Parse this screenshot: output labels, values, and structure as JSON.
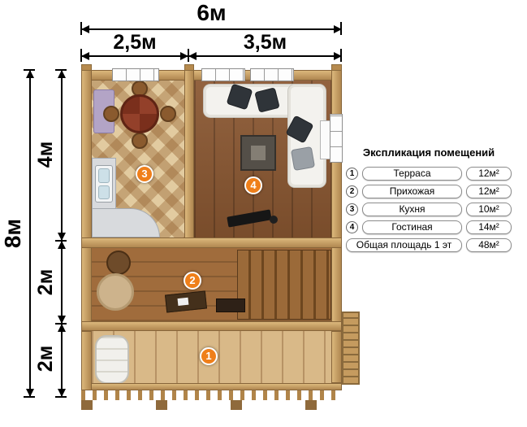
{
  "dimensions": {
    "top_total": "6м",
    "top_segments": [
      "2,5м",
      "3,5м"
    ],
    "left_total": "8м",
    "left_segments": [
      "4м",
      "2м",
      "2м"
    ]
  },
  "plan": {
    "markers": [
      {
        "num": "1",
        "room": "Терраса"
      },
      {
        "num": "2",
        "room": "Прихожая"
      },
      {
        "num": "3",
        "room": "Кухня"
      },
      {
        "num": "4",
        "room": "Гостиная"
      }
    ]
  },
  "legend": {
    "title": "Экспликация помещений",
    "rows": [
      {
        "num": "1",
        "name": "Терраса",
        "area": "12м²"
      },
      {
        "num": "2",
        "name": "Прихожая",
        "area": "12м²"
      },
      {
        "num": "3",
        "name": "Кухня",
        "area": "10м²"
      },
      {
        "num": "4",
        "name": "Гостиная",
        "area": "14м²"
      }
    ],
    "total": {
      "label": "Общая площадь 1 эт",
      "area": "48м²"
    }
  },
  "colors": {
    "marker": "#ef7f1a",
    "wall": "#c59b5f",
    "dim": "#000000"
  }
}
